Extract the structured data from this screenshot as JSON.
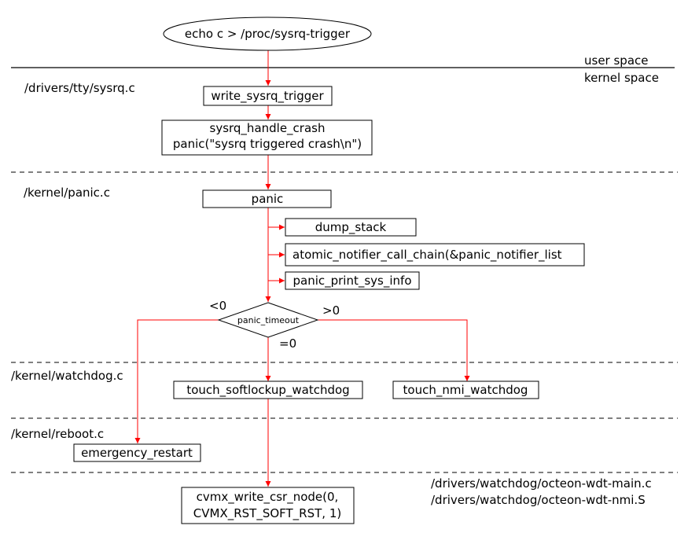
{
  "colors": {
    "flow": "#ff0000",
    "line": "#000000",
    "background": "#ffffff"
  },
  "zones": {
    "user": "user space",
    "kernel": "kernel space",
    "sysrq_file": "/drivers/tty/sysrq.c",
    "panic_file": "/kernel/panic.c",
    "watchdog_file": "/kernel/watchdog.c",
    "reboot_file": "/kernel/reboot.c",
    "octeon_main": "/drivers/watchdog/octeon-wdt-main.c",
    "octeon_nmi": "/drivers/watchdog/octeon-wdt-nmi.S"
  },
  "nodes": {
    "echo": "echo c > /proc/sysrq-trigger",
    "write_sysrq": "write_sysrq_trigger",
    "handle_crash_1": "sysrq_handle_crash",
    "handle_crash_2": "panic(\"sysrq triggered crash\\n\")",
    "panic": "panic",
    "dump_stack": "dump_stack",
    "atomic_notifier": "atomic_notifier_call_chain(&panic_notifier_list",
    "print_sys_info": "panic_print_sys_info",
    "panic_timeout": "panic_timeout",
    "softlockup": "touch_softlockup_watchdog",
    "nmi": "touch_nmi_watchdog",
    "emergency": "emergency_restart",
    "cvmx_1": "cvmx_write_csr_node(0,",
    "cvmx_2": "CVMX_RST_SOFT_RST, 1)"
  },
  "branches": {
    "lt": "<0",
    "gt": ">0",
    "eq": "=0"
  }
}
